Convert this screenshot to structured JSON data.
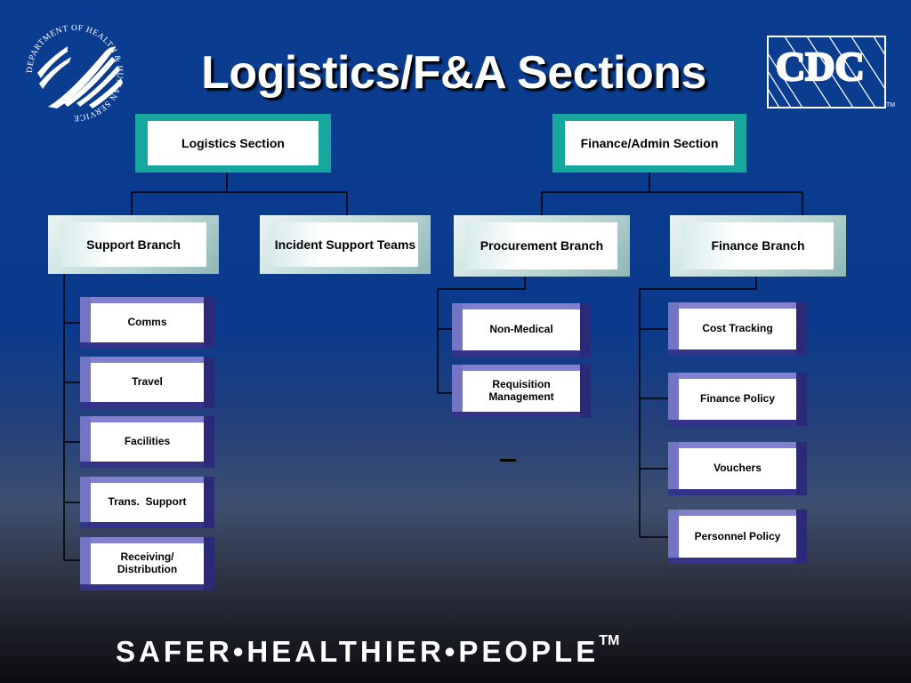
{
  "title": "Logistics/F&A Sections",
  "tagline": "SAFER•HEALTHIER•PEOPLE",
  "tagline_tm": "TM",
  "logos": {
    "hhs": "DEPARTMENT OF HEALTH & HUMAN SERVICES·USA",
    "cdc": "CDC",
    "cdc_tm": "TM"
  },
  "sections": {
    "logistics": "Logistics Section",
    "finance_admin": "Finance/Admin Section"
  },
  "branches": {
    "support": "Support Branch",
    "incident_support": "Incident Support Teams",
    "procurement": "Procurement Branch",
    "finance": "Finance Branch"
  },
  "support_units": [
    "Comms",
    "Travel",
    "Facilities",
    "Trans.  Support",
    "Receiving/ Distribution"
  ],
  "procurement_units": [
    "Non-Medical",
    "Requisition Management"
  ],
  "finance_units": [
    "Cost Tracking",
    "Finance Policy",
    "Vouchers",
    "Personnel Policy"
  ],
  "colors": {
    "background": "#0a3d91",
    "section_box": "#18a79e",
    "unit_box": "#5b5bb7"
  }
}
